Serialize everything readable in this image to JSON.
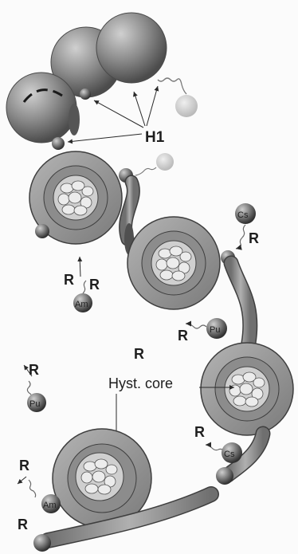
{
  "labels": {
    "h1": "H1",
    "r": "R",
    "cs": "Cs",
    "am": "Am",
    "pu": "Pu",
    "hyst_core": "Hyst. core"
  },
  "colors": {
    "sphere_fill": "#8a8a8a",
    "ring_fill": "#9a9a9a",
    "ring_stroke": "#3e3e3e",
    "core_cell": "#e4e4e4",
    "line": "#2a2a2a",
    "background": "#fbfbfb"
  }
}
